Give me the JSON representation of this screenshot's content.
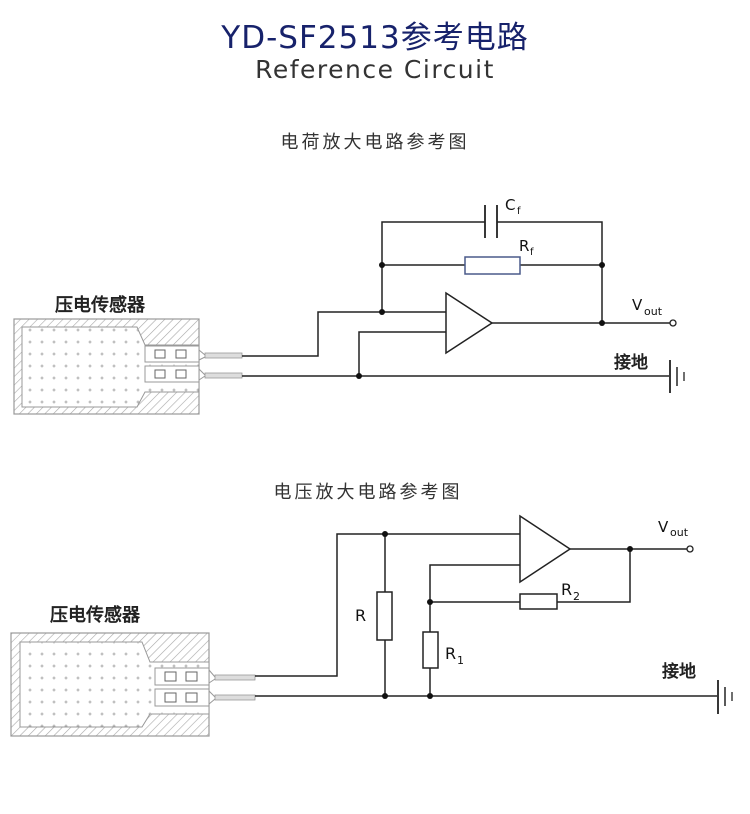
{
  "header": {
    "title": "YD-SF2513参考电路",
    "subtitle": "Reference Circuit"
  },
  "charge_amp": {
    "section_title": "电荷放大电路参考图",
    "sensor_label": "压电传感器",
    "cap_label": "C",
    "cap_sub": "f",
    "res_label": "R",
    "res_sub": "f",
    "vout_label": "V",
    "vout_sub": "out",
    "ground_label": "接地"
  },
  "voltage_amp": {
    "section_title": "电压放大电路参考图",
    "sensor_label": "压电传感器",
    "r_label": "R",
    "r1_label": "R",
    "r1_sub": "1",
    "r2_label": "R",
    "r2_sub": "2",
    "vout_label": "V",
    "vout_sub": "out",
    "ground_label": "接地"
  },
  "colors": {
    "title": "#17226b",
    "text": "#333333",
    "wire": "#222222",
    "sensor_outline": "#999999",
    "resistor_rf": "#4a5a8a"
  }
}
